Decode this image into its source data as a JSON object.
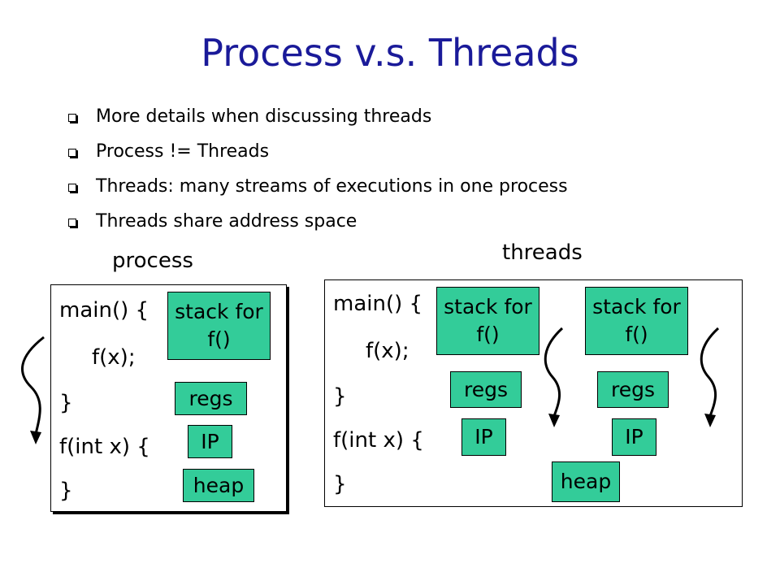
{
  "title": "Process v.s. Threads",
  "bullets": [
    "More details when discussing threads",
    "Process != Threads",
    "Threads: many streams of executions in one process",
    "Threads share address space"
  ],
  "process": {
    "label": "process",
    "code": [
      "main() {",
      "f(x);",
      "}",
      "f(int x) {",
      "}"
    ],
    "stack": "stack for f()",
    "regs": "regs",
    "ip": "IP",
    "heap": "heap"
  },
  "threads": {
    "label": "threads",
    "code": [
      "main() {",
      "f(x);",
      "}",
      "f(int x) {",
      "}"
    ],
    "thread1": {
      "stack": "stack for f()",
      "regs": "regs",
      "ip": "IP"
    },
    "thread2": {
      "stack": "stack for f()",
      "regs": "regs",
      "ip": "IP"
    },
    "heap": "heap"
  },
  "colors": {
    "title": "#1a1a99",
    "box_fill": "#33cc99"
  }
}
